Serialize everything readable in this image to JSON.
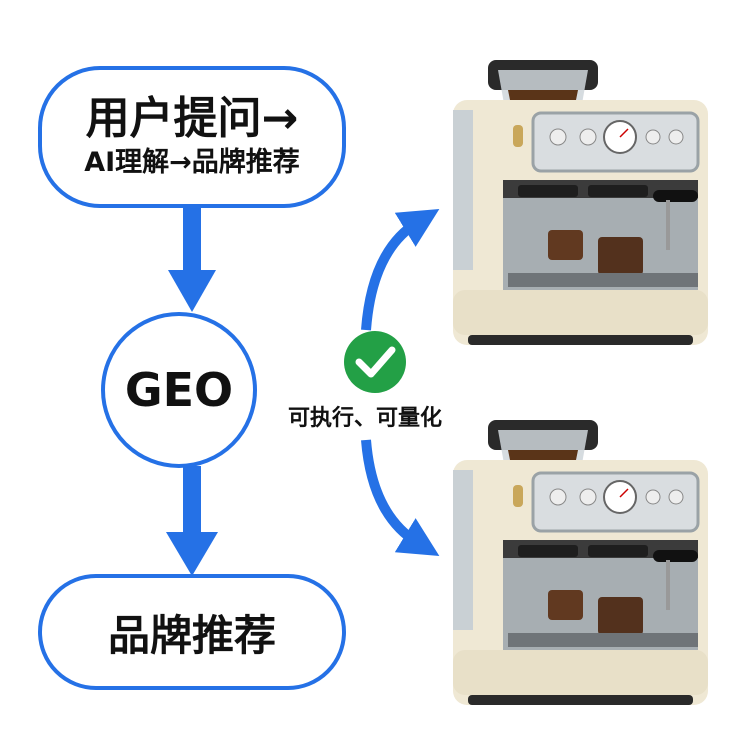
{
  "flow": {
    "top_box": {
      "line1": "用户提问→",
      "line2": "AI理解→品牌推荐"
    },
    "center_node": "GEO",
    "bottom_box": "品牌推荐"
  },
  "side": {
    "check_icon": "check-circle-icon",
    "caption": "可执行、可量化"
  },
  "colors": {
    "accent_blue": "#2571e6",
    "check_green": "#23a046",
    "machine_cream": "#efe8d4"
  }
}
